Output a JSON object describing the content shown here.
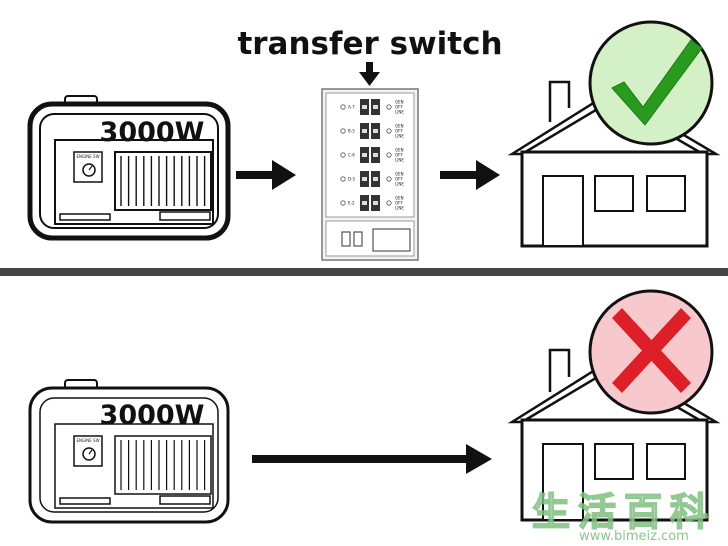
{
  "switch_label": "transfer switch",
  "generator_top": {
    "wattage": "3000W",
    "panel_label": "ENGINE SW"
  },
  "generator_bottom": {
    "wattage": "3000W",
    "panel_label": "ENGINE SW"
  },
  "switch_rows": [
    {
      "circuit": "A-7",
      "positions": [
        "GEN",
        "OFF",
        "LINE"
      ]
    },
    {
      "circuit": "B-5",
      "positions": [
        "GEN",
        "OFF",
        "LINE"
      ]
    },
    {
      "circuit": "C-6",
      "positions": [
        "GEN",
        "OFF",
        "LINE"
      ]
    },
    {
      "circuit": "D-5",
      "positions": [
        "GEN",
        "OFF",
        "LINE"
      ]
    },
    {
      "circuit": "E-2",
      "positions": [
        "GEN",
        "OFF",
        "LINE"
      ]
    }
  ],
  "watermark": {
    "chinese": "生活百科",
    "url": "www.bimeiz.com"
  },
  "colors": {
    "check_circle": "#d4f0c7",
    "check_mark": "#2a9a1e",
    "x_circle": "#f8c9cc",
    "x_mark": "#dd1f27",
    "divider": "#444444"
  },
  "icons": {
    "correct": "check-mark-icon",
    "wrong": "x-mark-icon"
  }
}
